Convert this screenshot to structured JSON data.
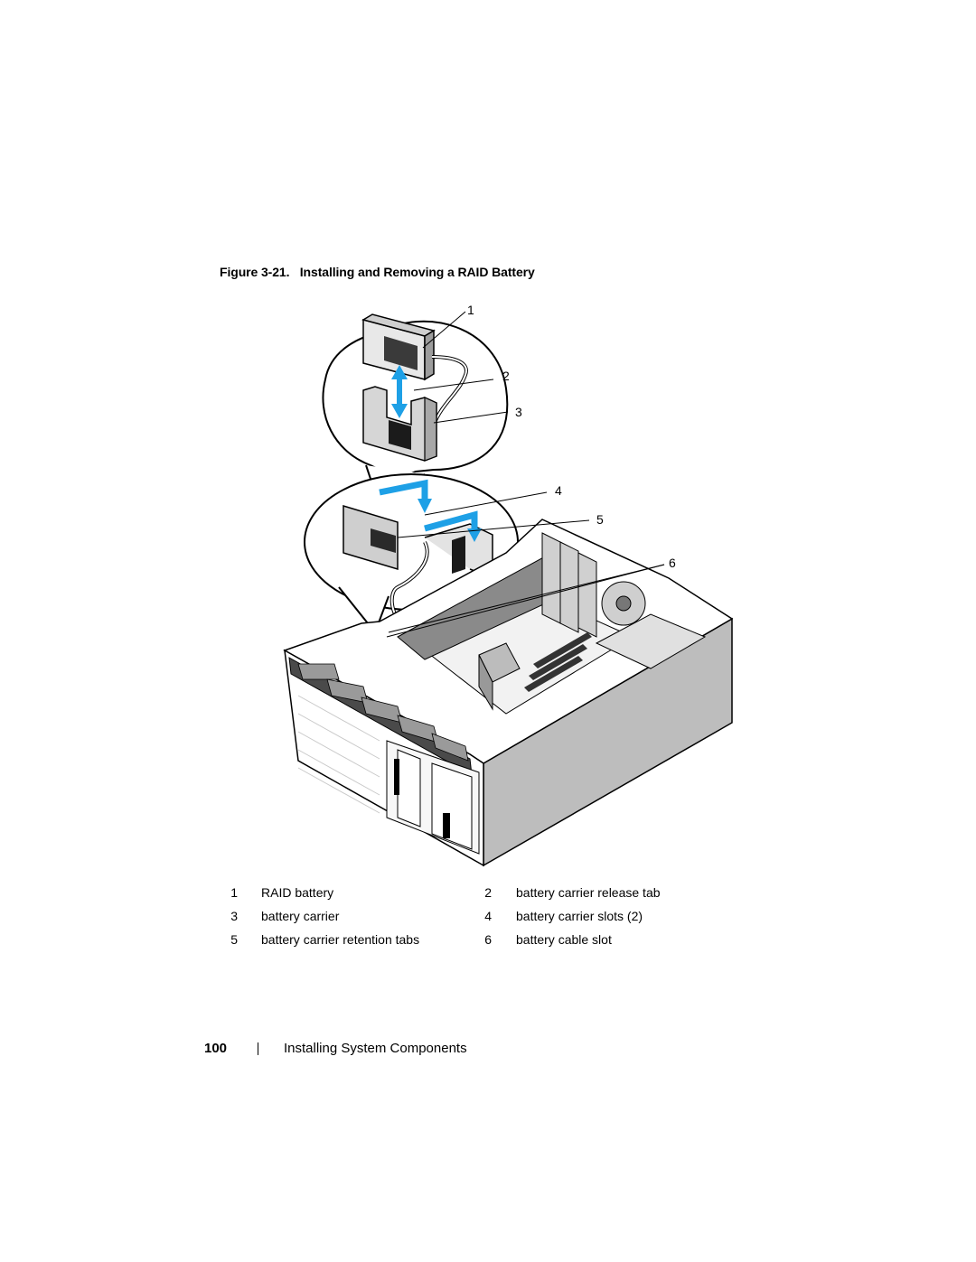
{
  "figure": {
    "label": "Figure 3-21.",
    "title": "Installing and Removing a RAID Battery"
  },
  "callouts": [
    "1",
    "2",
    "3",
    "4",
    "5",
    "6"
  ],
  "legend": [
    {
      "num": "1",
      "text": "RAID battery"
    },
    {
      "num": "2",
      "text": "battery carrier release tab"
    },
    {
      "num": "3",
      "text": "battery carrier"
    },
    {
      "num": "4",
      "text": "battery carrier slots (2)"
    },
    {
      "num": "5",
      "text": "battery carrier retention tabs"
    },
    {
      "num": "6",
      "text": "battery cable slot"
    }
  ],
  "footer": {
    "page_number": "100",
    "section_title": "Installing System Components"
  },
  "colors": {
    "arrow_blue": "#1ea0e6",
    "line_art": "#000000",
    "shade_gray": "#b9b9b9"
  }
}
